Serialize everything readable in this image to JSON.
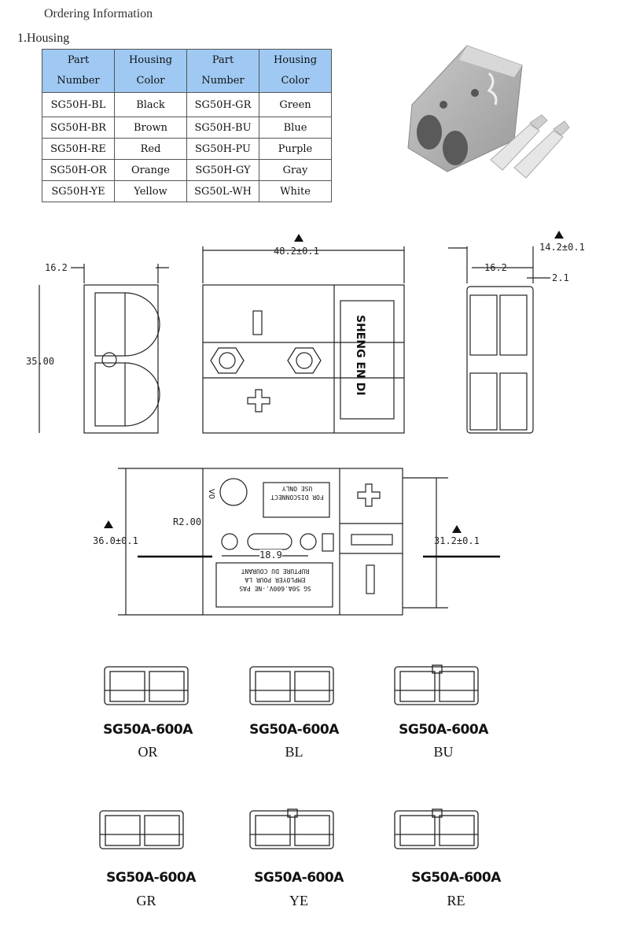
{
  "heading": "Ordering Information",
  "section": "1.Housing",
  "table": {
    "headers": [
      [
        "Part",
        "Number"
      ],
      [
        "Housing",
        "Color"
      ],
      [
        "Part",
        "Number"
      ],
      [
        "Housing",
        "Color"
      ]
    ],
    "rows": [
      [
        "SG50H-BL",
        "Black",
        "SG50H-GR",
        "Green"
      ],
      [
        "SG50H-BR",
        "Brown",
        "SG50H-BU",
        "Blue"
      ],
      [
        "SG50H-RE",
        "Red",
        "SG50H-PU",
        "Purple"
      ],
      [
        "SG50H-OR",
        "Orange",
        "SG50H-GY",
        "Gray"
      ],
      [
        "SG50H-YE",
        "Yellow",
        "SG50L-WH",
        "White"
      ]
    ]
  },
  "dimensions": {
    "side_width": "16.2",
    "height": "35.00",
    "top_width": "48.2±0.1",
    "right_width": "16.2",
    "right_wall": "14.2±0.1",
    "right_step": "2.1",
    "front_height": "36.0±0.1",
    "front_radius": "R2.00",
    "front_hole_spacing": "18.9",
    "front_inner_height": "31.2±0.1"
  },
  "drawing_text": {
    "brand": "SHENG EN DI",
    "use_only": "FOR DISCONNECT\nUSE ONLY",
    "french": "SG 50A.600V.-NE  PAS\nEMPLOYER POUR LA\nRUPTURE DU COURANT",
    "vo": "V0"
  },
  "variants": [
    {
      "model": "SG50A-600A",
      "code": "OR"
    },
    {
      "model": "SG50A-600A",
      "code": "BL"
    },
    {
      "model": "SG50A-600A",
      "code": "BU"
    },
    {
      "model": "SG50A-600A",
      "code": "GR"
    },
    {
      "model": "SG50A-600A",
      "code": "YE"
    },
    {
      "model": "SG50A-600A",
      "code": "RE"
    }
  ]
}
